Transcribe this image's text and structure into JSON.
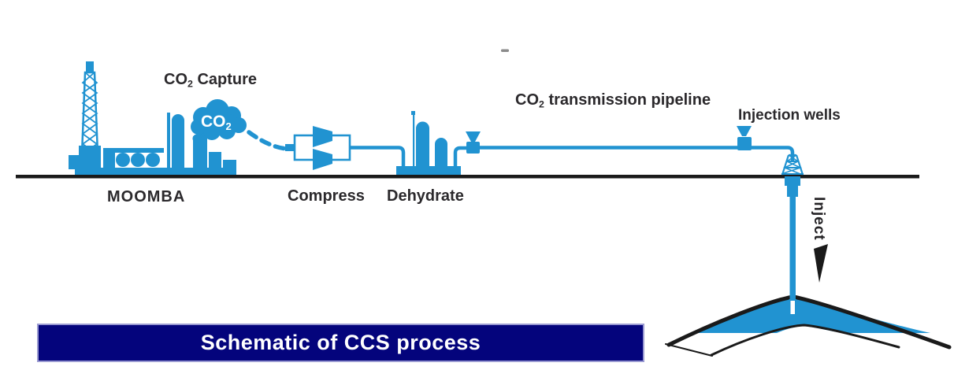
{
  "title_banner": {
    "text": "Schematic of CCS process"
  },
  "colors": {
    "accent_blue": "#2193d1",
    "ink": "#2b292c",
    "banner_navy": "#04047c",
    "banner_border": "#9a9ad2",
    "ground_black": "#1a1a1a",
    "cloud_text": "#ffffff"
  },
  "labels": {
    "capture": {
      "pre": "CO",
      "sub": "2",
      "post": " Capture"
    },
    "cloud_co2": {
      "pre": "CO",
      "sub": "2"
    },
    "source_plant": "MOOMBA",
    "compress": "Compress",
    "dehydrate": "Dehydrate",
    "transmission": {
      "pre": "CO",
      "sub": "2",
      "post": " transmission pipeline"
    },
    "injection_wells": "Injection wells",
    "inject": "Inject"
  }
}
